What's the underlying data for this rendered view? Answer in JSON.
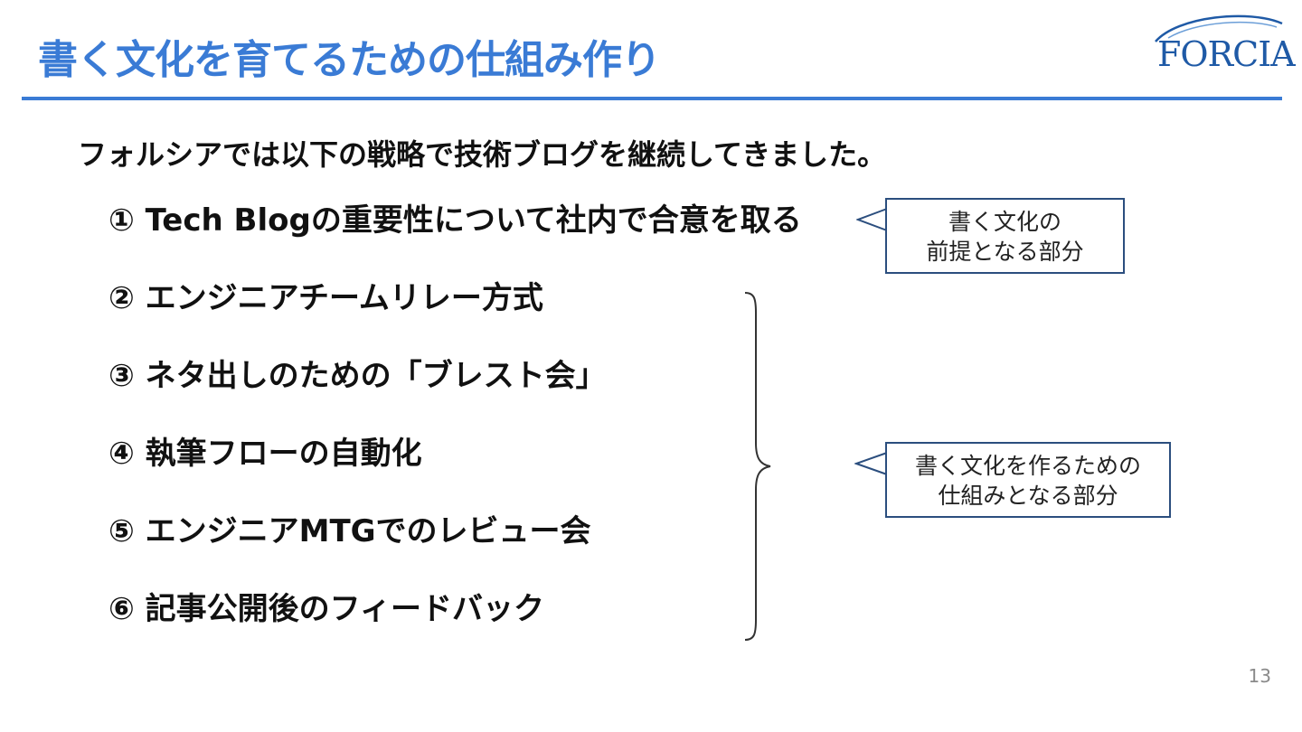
{
  "slide": {
    "title": "書く文化を育てるための仕組み作り",
    "logo_text": "FORCIA",
    "intro": "フォルシアでは以下の戦略で技術ブログを継続してきました。",
    "items": [
      "① Tech Blogの重要性について社内で合意を取る",
      "② エンジニアチームリレー方式",
      "③ ネタ出しのための「ブレスト会」",
      "④ 執筆フローの自動化",
      "⑤ エンジニアMTGでのレビュー会",
      "⑥ 記事公開後のフィードバック"
    ],
    "callouts": [
      {
        "line1": "書く文化の",
        "line2": "前提となる部分"
      },
      {
        "line1": "書く文化を作るための",
        "line2": "仕組みとなる部分"
      }
    ],
    "page_number": "13"
  },
  "colors": {
    "accent": "#3a7bd5",
    "logo": "#1f5aa6",
    "callout_border": "#2b4e7e"
  }
}
